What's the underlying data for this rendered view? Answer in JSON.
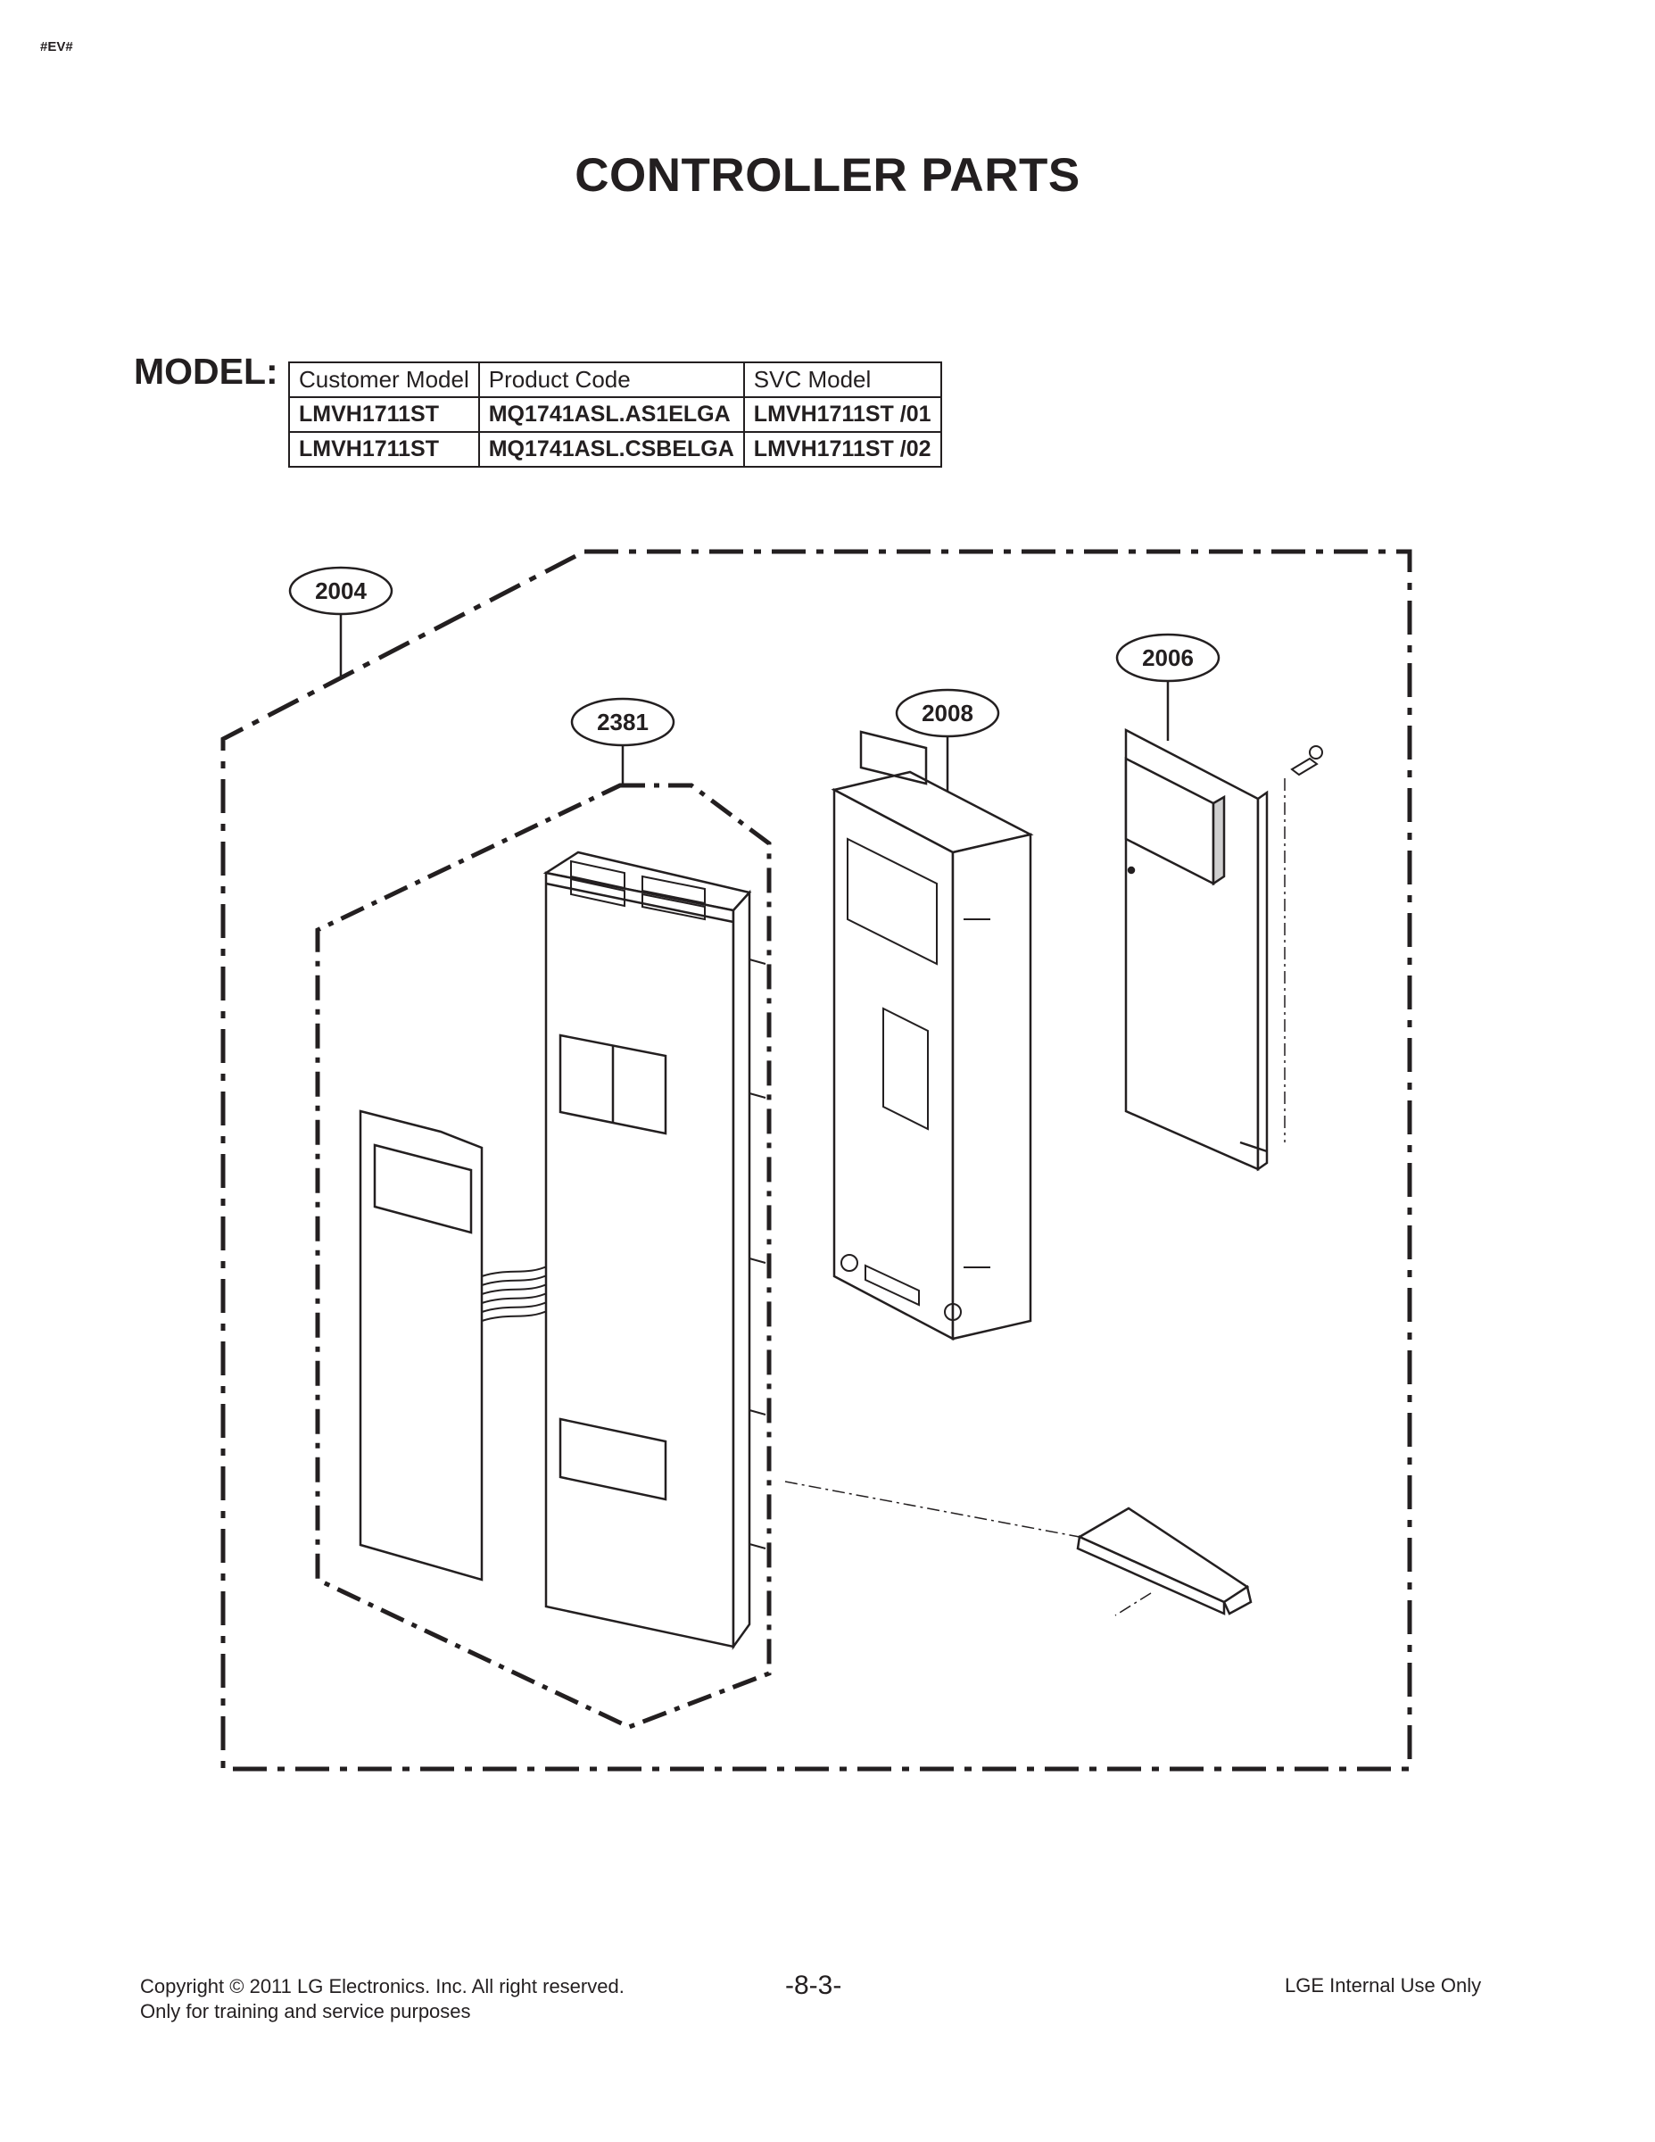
{
  "header": {
    "tag": "#EV#",
    "title": "CONTROLLER PARTS"
  },
  "model": {
    "label": "MODEL:",
    "columns": [
      "Customer Model",
      "Product Code",
      "SVC Model"
    ],
    "rows": [
      [
        "LMVH1711ST",
        "MQ1741ASL.AS1ELGA",
        "LMVH1711ST /01"
      ],
      [
        "LMVH1711ST",
        "MQ1741ASL.CSBELGA",
        "LMVH1711ST /02"
      ]
    ]
  },
  "diagram": {
    "callouts": [
      "2004",
      "2381",
      "2008",
      "2006"
    ]
  },
  "footer": {
    "copyright": "Copyright © 2011 LG Electronics. Inc. All right reserved.",
    "training": "Only for training and service purposes",
    "page_number": "-8-3-",
    "internal": "LGE Internal Use Only"
  }
}
